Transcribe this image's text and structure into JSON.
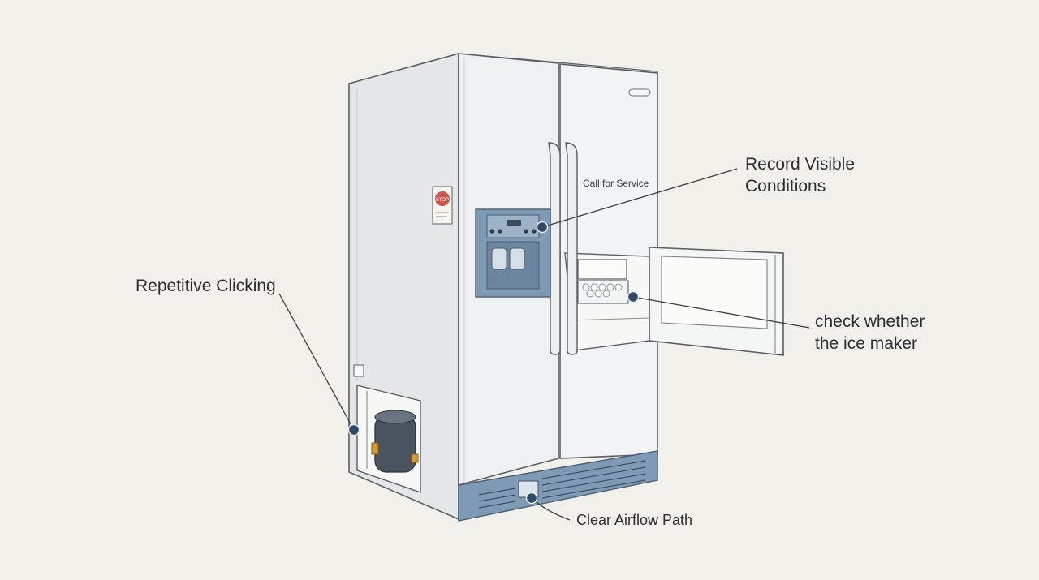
{
  "callouts": {
    "record_visible": {
      "line1": "Record Visible",
      "line2": "Conditions"
    },
    "repetitive_clicking": "Repetitive Clicking",
    "ice_maker": {
      "line1": "check whether",
      "line2": "the ice maker"
    },
    "clear_airflow": "Clear Airflow Path"
  },
  "door_note": "Call for Service",
  "sticker_text": "STOP",
  "colors": {
    "background": "#f1f0ea",
    "fridge_body": "#eceef0",
    "outline": "#5a5f66",
    "accent_blue": "#7f9ab5",
    "callout_dot": "#2f4a66",
    "leader_line": "#3b3f45",
    "sticker_red": "#c9574a",
    "compressor_gold": "#d89a35"
  }
}
